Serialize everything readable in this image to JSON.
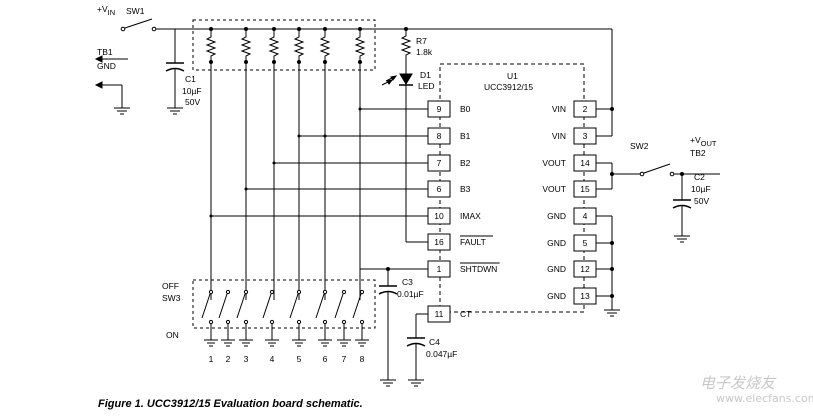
{
  "labels": {
    "vin": "+V",
    "vin_sub": "IN",
    "sw1": "SW1",
    "tb1": "TB1",
    "gnd": "GND",
    "c1_ref": "C1",
    "c1_val1": "10µF",
    "c1_val2": "50V",
    "r7_ref": "R7",
    "r7_val": "1.8k",
    "d1_ref": "D1",
    "d1_val": "LED",
    "u1_ref": "U1",
    "u1_val": "UCC3912/15",
    "c3_ref": "C3",
    "c3_val": "0.01µF",
    "c4_ref": "C4",
    "c4_val": "0.047µF",
    "sw3_off": "OFF",
    "sw3_ref": "SW3",
    "sw3_on": "ON",
    "sw2": "SW2",
    "vout": "+V",
    "vout_sub": "OUT",
    "tb2": "TB2",
    "c2_ref": "C2",
    "c2_val1": "10µF",
    "c2_val2": "50V"
  },
  "left_pins": [
    {
      "num": "9",
      "name": "B0"
    },
    {
      "num": "8",
      "name": "B1"
    },
    {
      "num": "7",
      "name": "B2"
    },
    {
      "num": "6",
      "name": "B3"
    },
    {
      "num": "10",
      "name": "IMAX"
    },
    {
      "num": "16",
      "name": "FAULT"
    },
    {
      "num": "1",
      "name": "SHTDWN"
    },
    {
      "num": "11",
      "name": "CT"
    }
  ],
  "right_pins": [
    {
      "num": "2",
      "name": "VIN"
    },
    {
      "num": "3",
      "name": "VIN"
    },
    {
      "num": "14",
      "name": "VOUT"
    },
    {
      "num": "15",
      "name": "VOUT"
    },
    {
      "num": "4",
      "name": "GND"
    },
    {
      "num": "5",
      "name": "GND"
    },
    {
      "num": "12",
      "name": "GND"
    },
    {
      "num": "13",
      "name": "GND"
    }
  ],
  "switch_numbers": [
    "1",
    "2",
    "3",
    "4",
    "5",
    "6",
    "7",
    "8"
  ],
  "caption": "Figure 1. UCC3912/15 Evaluation board schematic.",
  "watermark": "电子发烧友",
  "watermark_url": "www.elecfans.com"
}
